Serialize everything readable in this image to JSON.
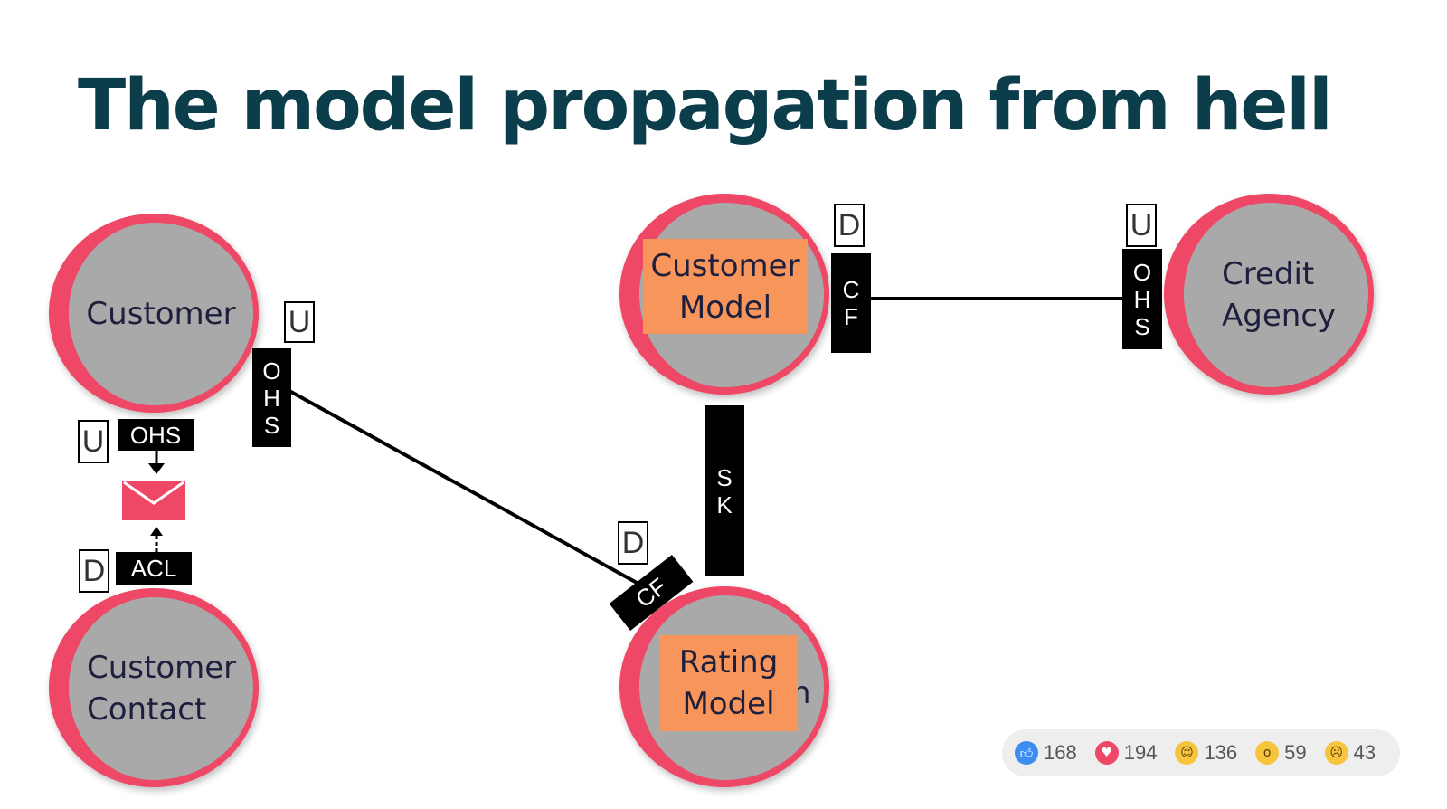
{
  "title": "The model propagation from hell",
  "contexts": {
    "customer": "Customer",
    "customer_contact": "Customer\nContact",
    "customer_model": "Customer\nModel",
    "credit_agency": "Credit\nAgency",
    "rating_model": "Rating\nModel"
  },
  "partial_hidden_char": "n",
  "bars": {
    "ohs_vertical_left": "O\nH\nS",
    "ohs_horizontal": "OHS",
    "acl": "ACL",
    "cf_top": "C\nF",
    "ohs_vertical_right": "O\nH\nS",
    "sk": "S\nK",
    "cf_diag": "CF"
  },
  "markers": {
    "u_customer_right": "U",
    "u_customer_bottom": "U",
    "d_contact": "D",
    "d_customer_model": "D",
    "u_credit_agency": "U",
    "d_rating_model": "D"
  },
  "colors": {
    "title": "#0b3d4b",
    "context_ring": "#ef4766",
    "context_fill": "#a9a9a9",
    "model_highlight": "#f7955b",
    "message": "#ef4766",
    "bar": "#000000"
  },
  "reactions": [
    {
      "icon": "thumbs-up-icon",
      "color": "#3b8ef0",
      "count": "168"
    },
    {
      "icon": "heart-icon",
      "color": "#ef4766",
      "count": "194"
    },
    {
      "icon": "laughing-face-icon",
      "color": "#f6c43d",
      "count": "136"
    },
    {
      "icon": "surprised-face-icon",
      "color": "#f6c43d",
      "count": "59"
    },
    {
      "icon": "crying-face-icon",
      "color": "#f6c43d",
      "count": "43"
    }
  ]
}
